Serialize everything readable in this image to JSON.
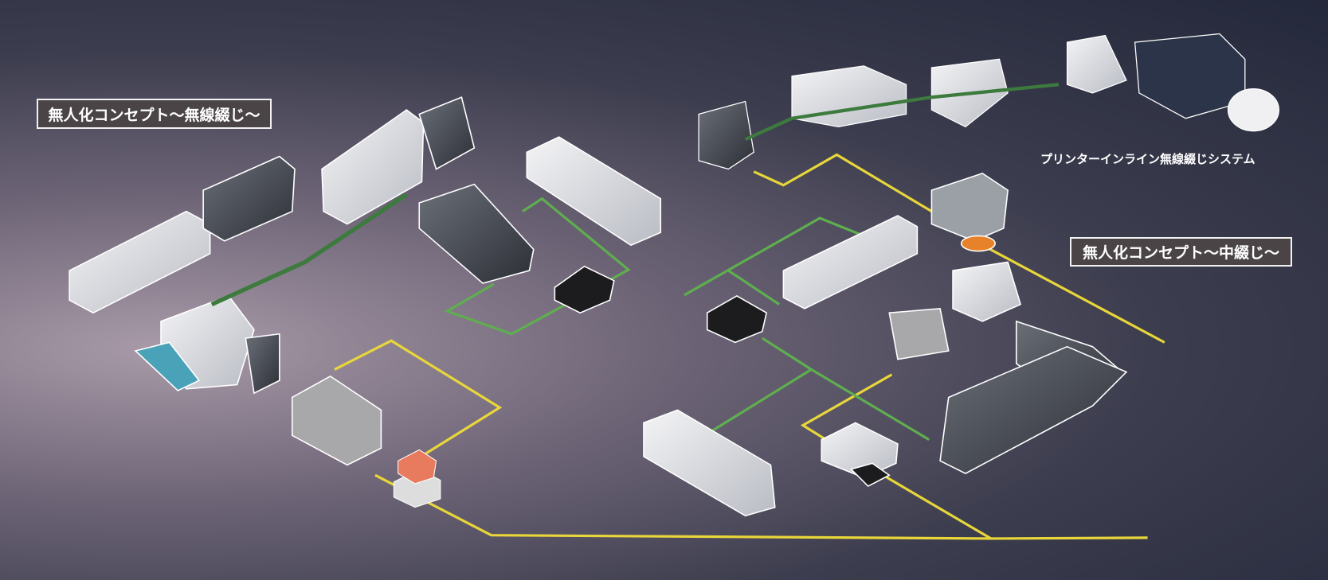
{
  "labels": {
    "perfect_binding_concept": "無人化コンセプト〜無線綴じ〜",
    "saddle_stitch_concept": "無人化コンセプト〜中綴じ〜",
    "printer_inline_system": "プリンターインライン無線綴じシステム"
  },
  "colors": {
    "yellow_path": "#e8d63a",
    "green_path": "#5fae4f",
    "agv_orange": "#e8822a"
  }
}
